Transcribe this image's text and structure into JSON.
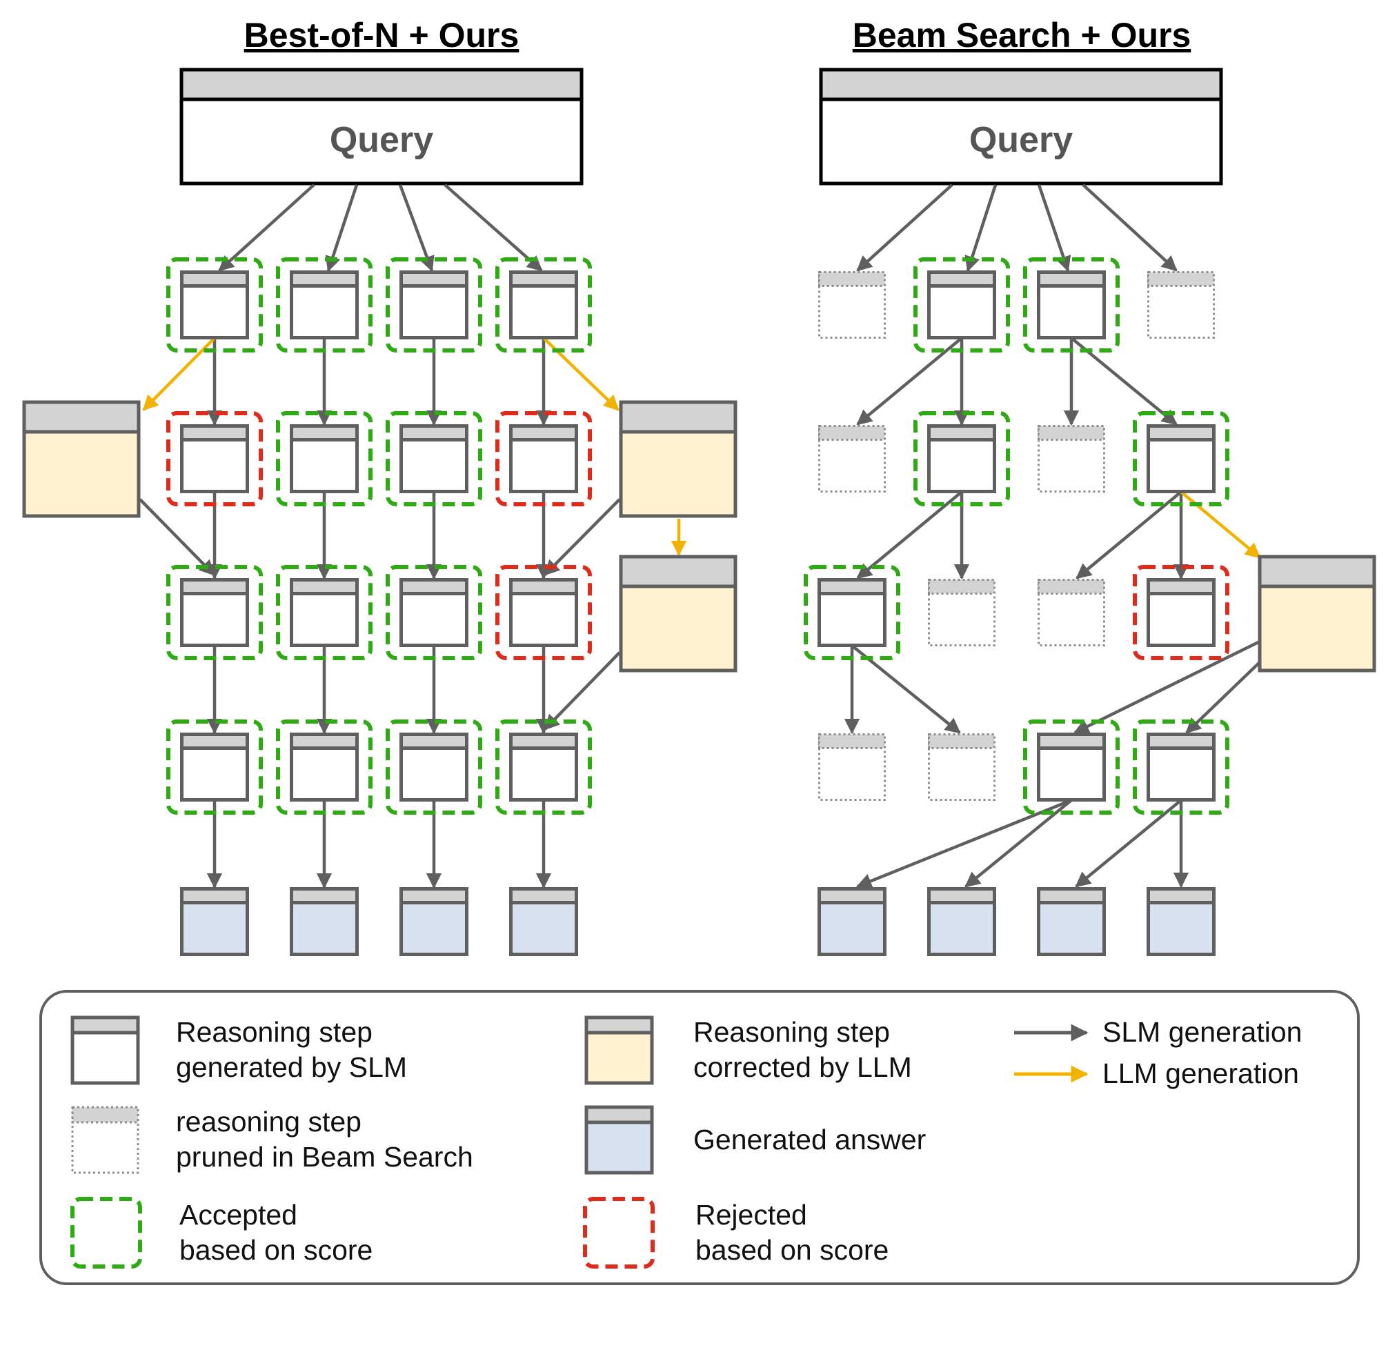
{
  "titles": {
    "left": "Best-of-N + Ours",
    "right": "Beam Search + Ours"
  },
  "query_label": "Query",
  "legend": {
    "slm_step": [
      "Reasoning step",
      "generated by SLM"
    ],
    "llm_step": [
      "Reasoning step",
      "corrected by LLM"
    ],
    "pruned_step": [
      "reasoning step",
      "pruned in Beam Search"
    ],
    "answer": [
      "Generated answer"
    ],
    "accepted": [
      "Accepted",
      "based on score"
    ],
    "rejected": [
      "Rejected",
      "based on score"
    ],
    "slm_arrow": "SLM generation",
    "llm_arrow": "LLM generation"
  },
  "colors": {
    "box_stroke": "#5f5f5f",
    "box_header": "#d3d3d3",
    "llm_fill": "#fff2d0",
    "answer_fill": "#d9e2f1",
    "accepted": "#2eaa12",
    "rejected": "#e02a1c",
    "pruned": "#8c8c8c",
    "slm_arrow": "#5f5f5f",
    "llm_arrow": "#f2b200"
  }
}
